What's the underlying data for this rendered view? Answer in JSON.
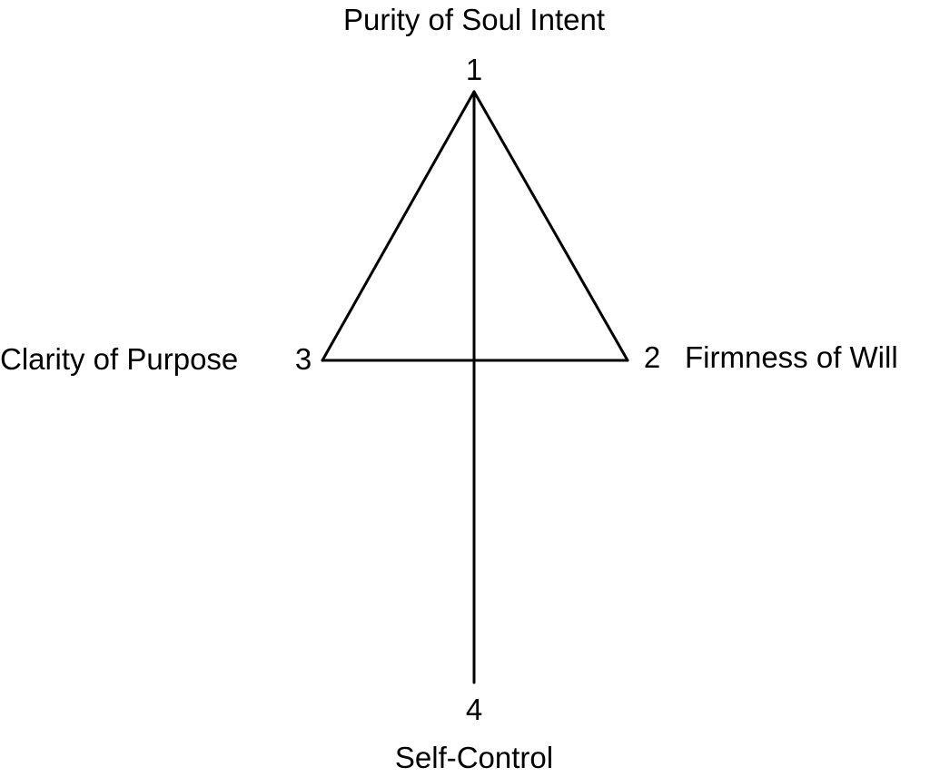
{
  "diagram": {
    "nodes": [
      {
        "id": "top",
        "number": "1",
        "label": "Purity of Soul Intent"
      },
      {
        "id": "right",
        "number": "2",
        "label": "Firmness of Will"
      },
      {
        "id": "left",
        "number": "3",
        "label": "Clarity of Purpose"
      },
      {
        "id": "bottom",
        "number": "4",
        "label": "Self-Control"
      }
    ],
    "edges": [
      {
        "from": "top",
        "to": "right"
      },
      {
        "from": "right",
        "to": "left"
      },
      {
        "from": "left",
        "to": "top"
      },
      {
        "from": "top",
        "to": "bottom"
      }
    ],
    "stroke_color": "#000000",
    "background_color": "#ffffff"
  }
}
